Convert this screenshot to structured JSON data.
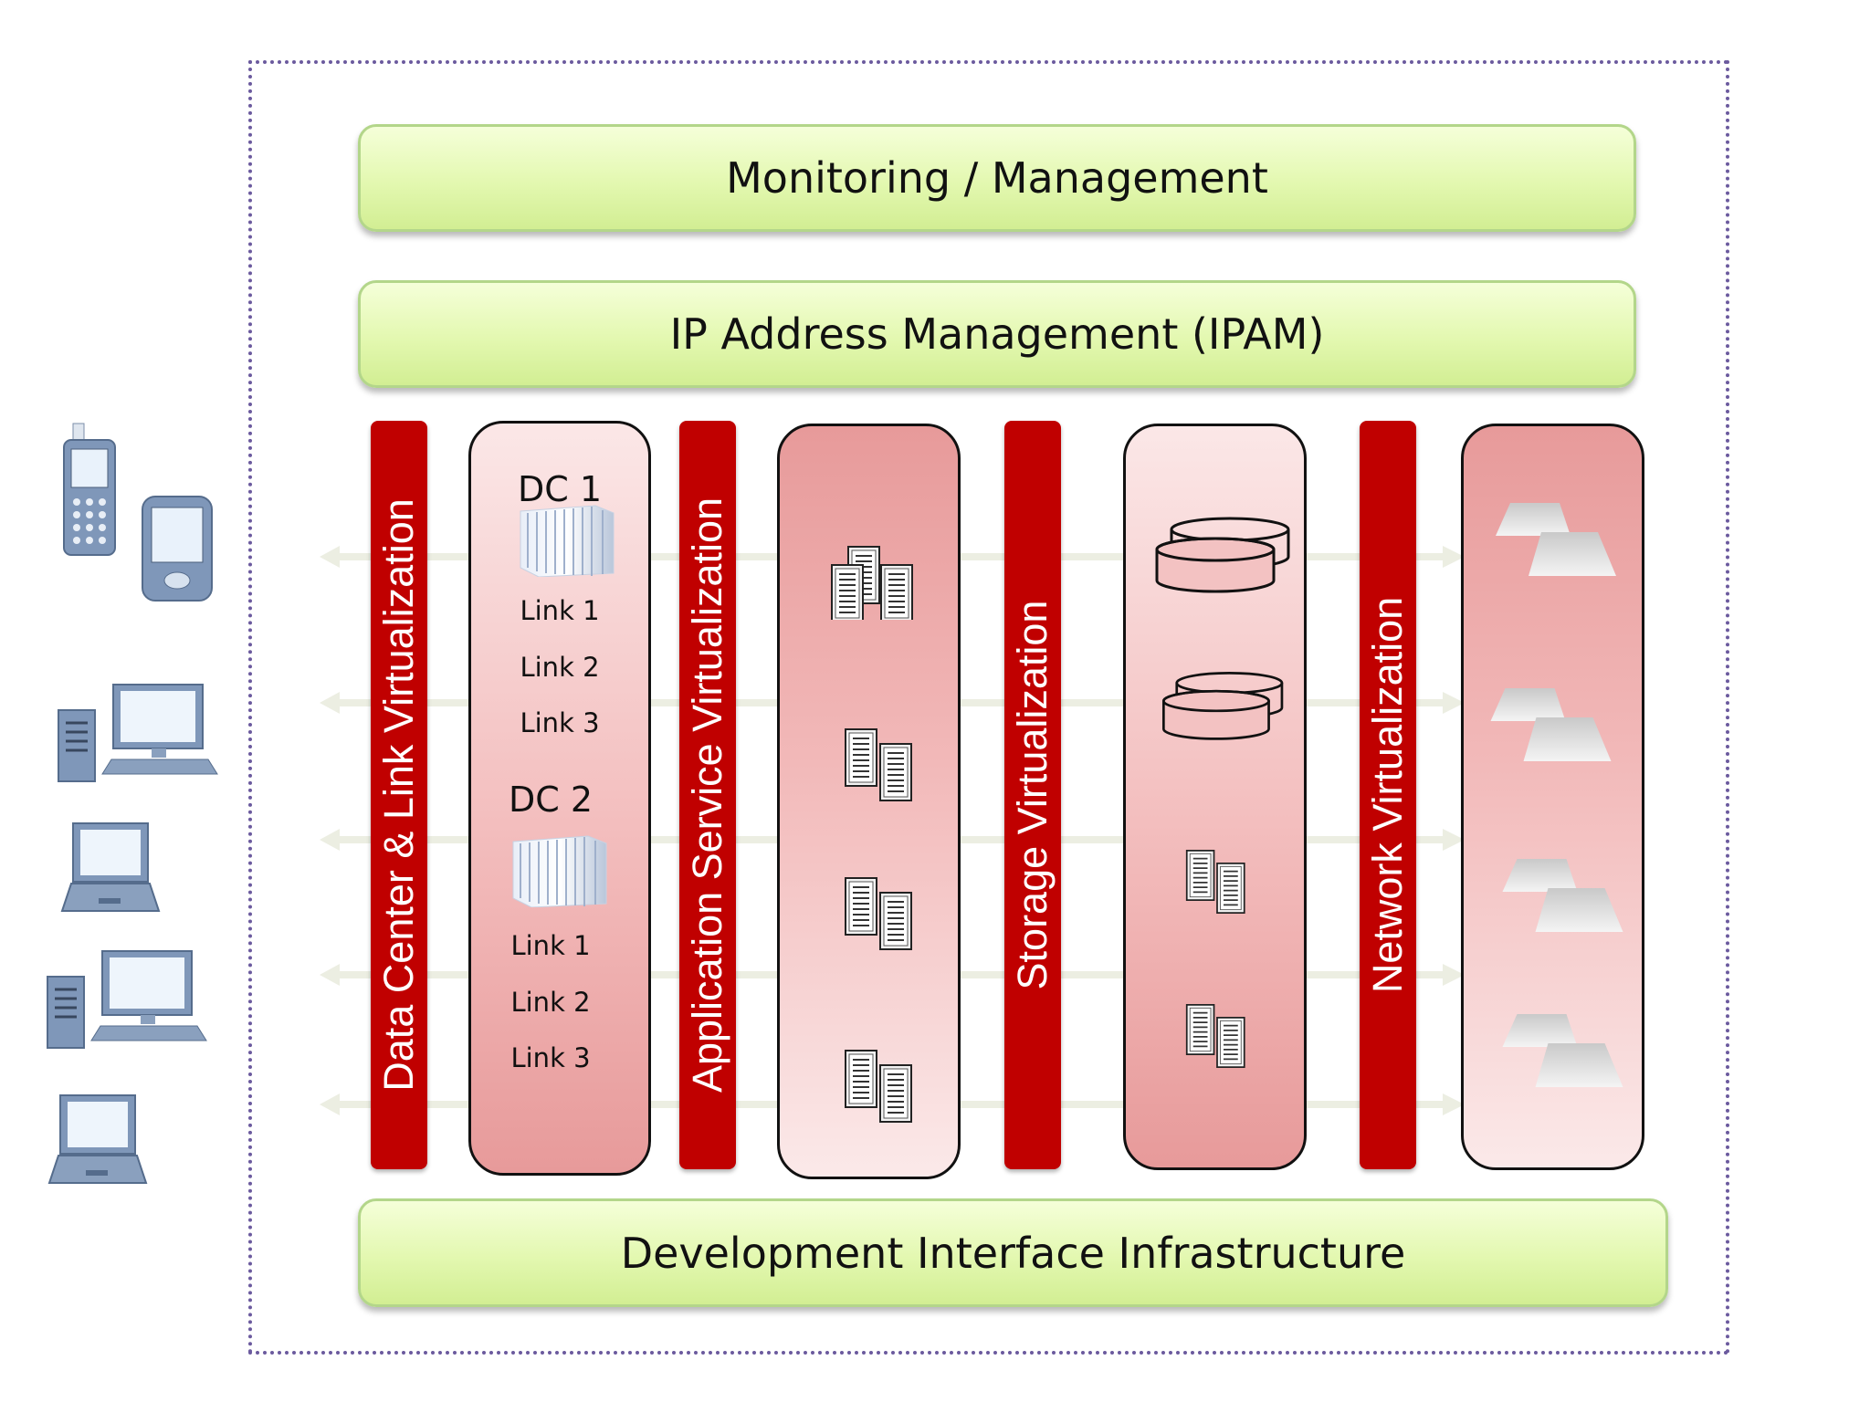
{
  "diagram": {
    "top_bars": [
      "Monitoring / Management",
      "IP Address Management (IPAM)"
    ],
    "bottom_bar": "Development Interface Infrastructure",
    "vertical_labels": [
      "Data Center & Link Virtualization",
      "Application Service Virtualization",
      "Storage Virtualization",
      "Network Virtualization"
    ],
    "data_centers": [
      {
        "name": "DC 1",
        "links": [
          "Link 1",
          "Link 2",
          "Link 3"
        ]
      },
      {
        "name": "DC 2",
        "links": [
          "Link 1",
          "Link 2",
          "Link 3"
        ]
      }
    ],
    "client_devices": [
      "mobile-phone-icon",
      "pda-icon",
      "desktop-computer-icon",
      "laptop-icon",
      "desktop-computer-icon",
      "laptop-icon"
    ],
    "panel_icons": {
      "application": "server-rack-icon",
      "storage_top": "disk-storage-icon",
      "storage_bottom": "server-rack-icon",
      "network": "network-switch-icon"
    },
    "colors": {
      "virtualization_bar": "#c00000",
      "green_bar": "#e3f8b0",
      "panel_pink": "#f2b9b9",
      "frame": "#6b5a9e"
    }
  }
}
